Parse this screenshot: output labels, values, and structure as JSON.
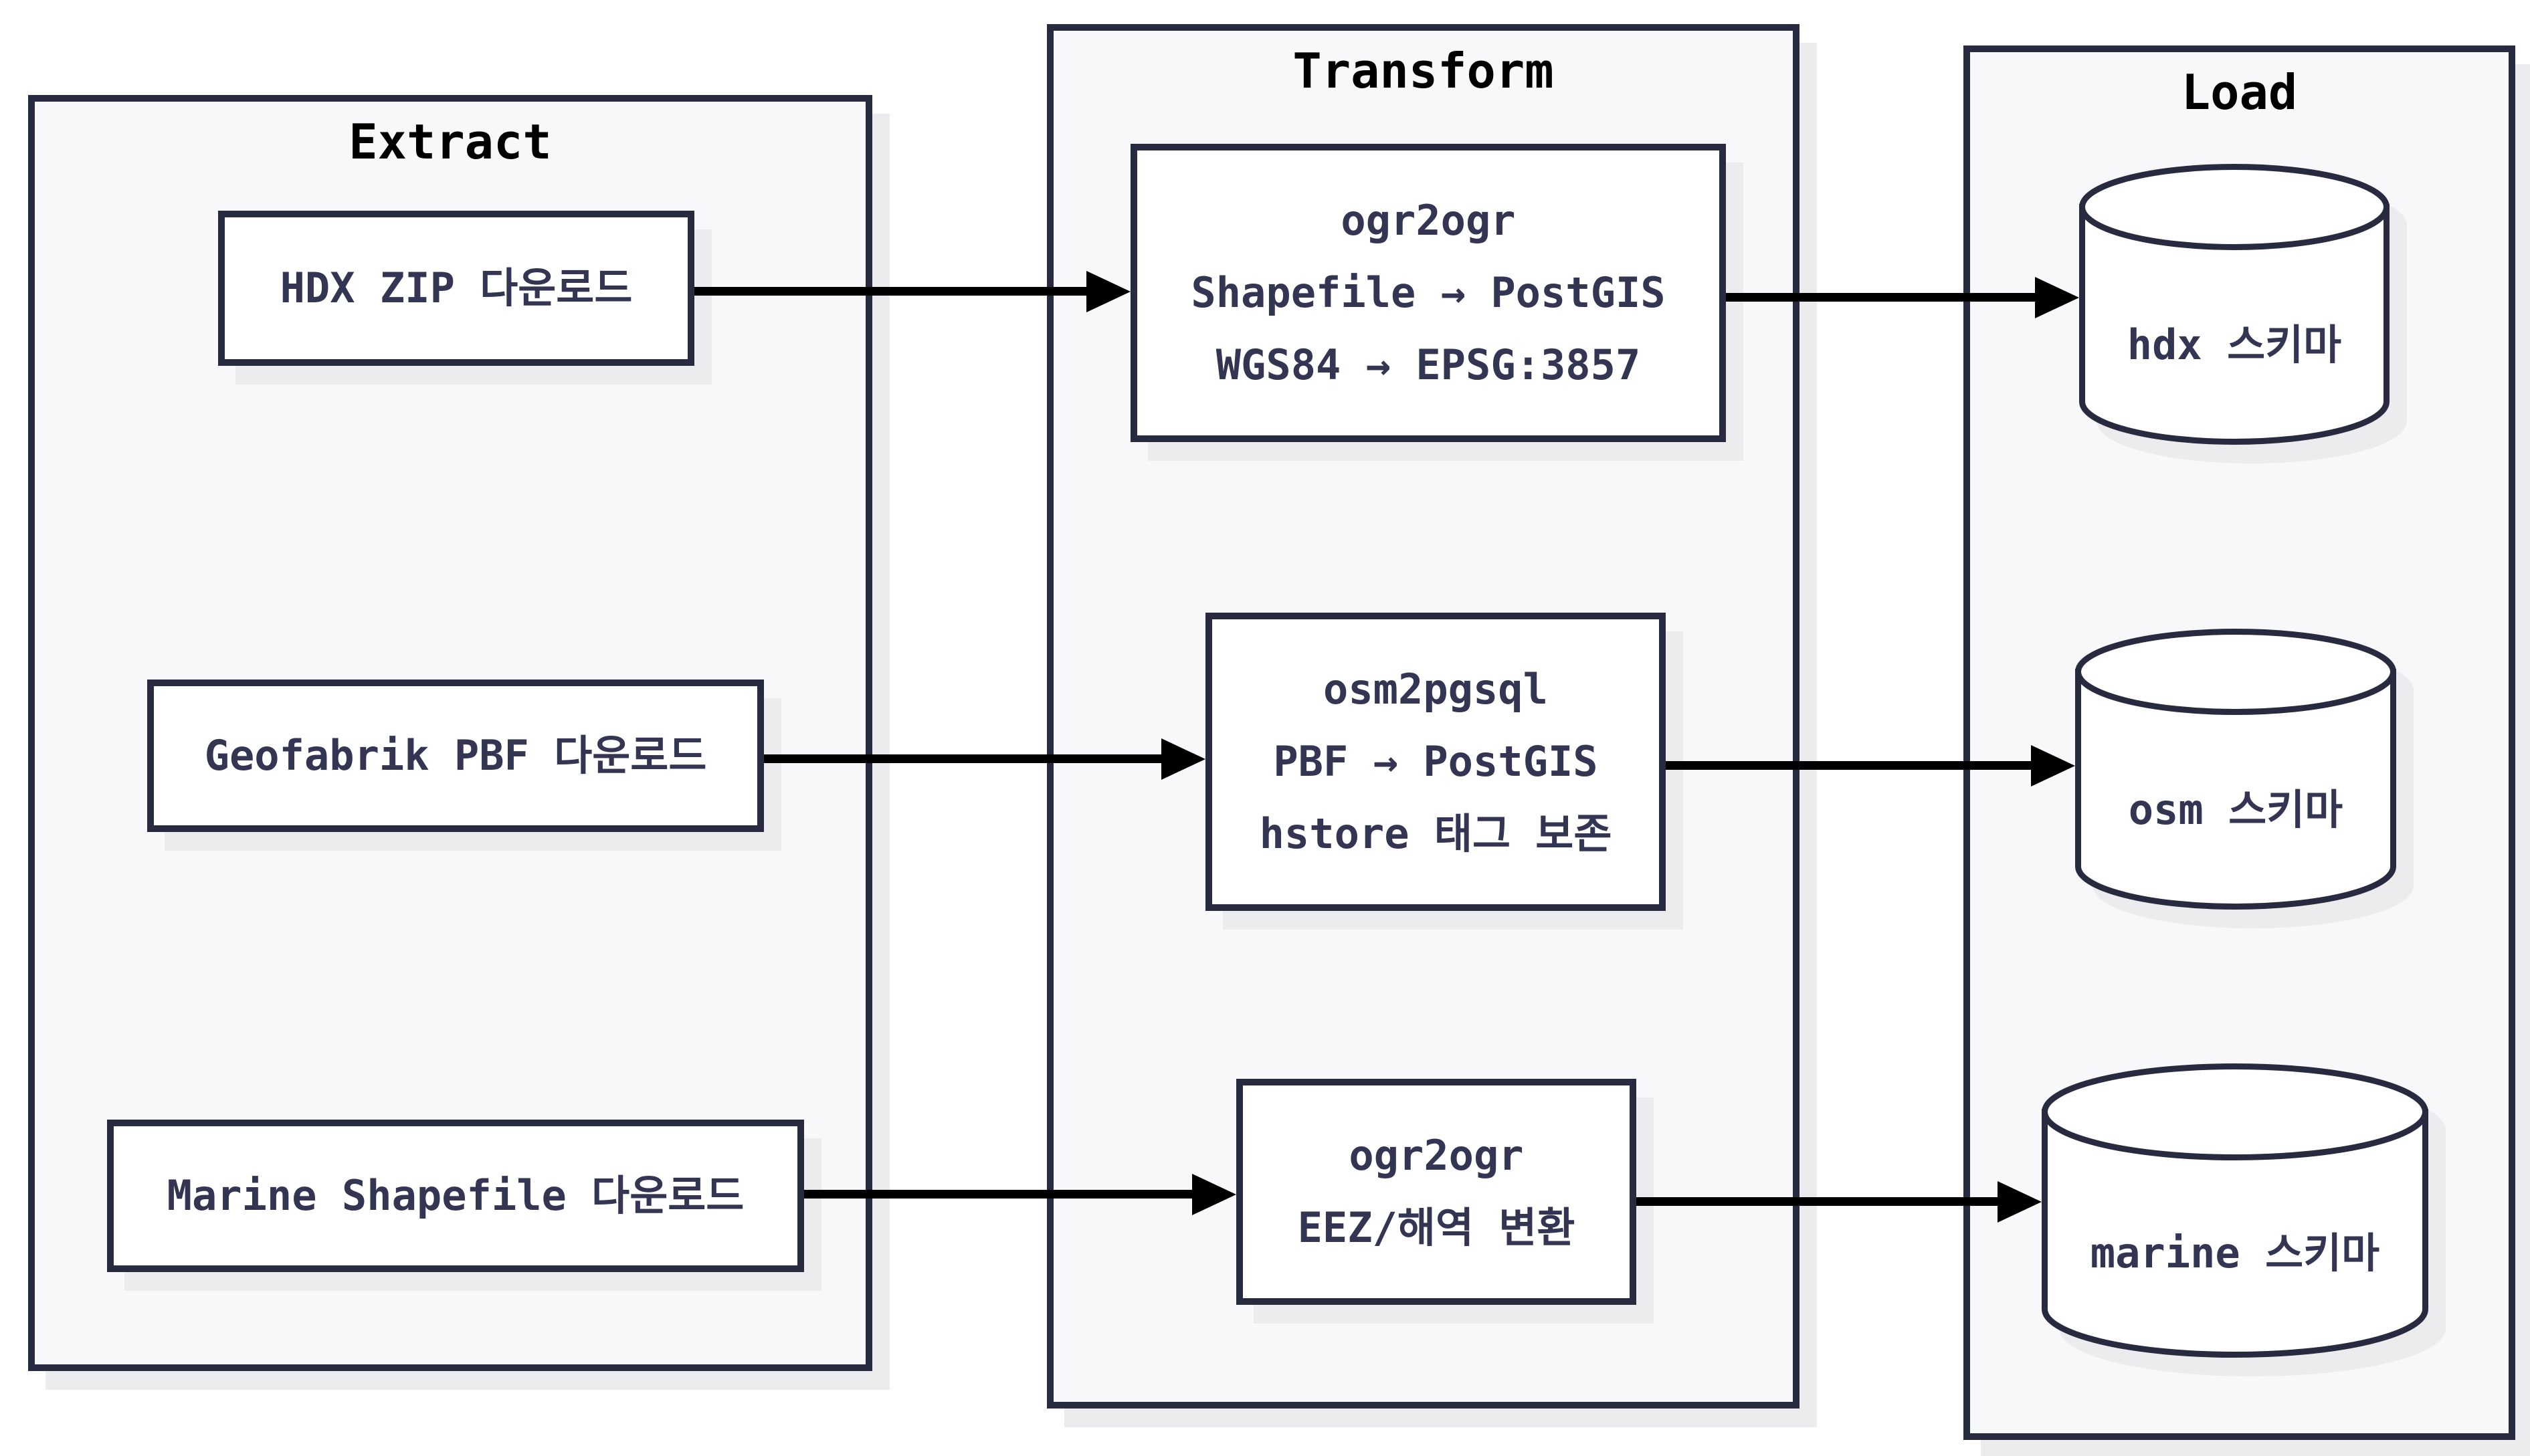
{
  "colors": {
    "page_background": "#ffffff",
    "group_fill": "#f8f8fa",
    "border": "#282b3f",
    "node_fill": "#ffffff",
    "node_text": "#343553",
    "title_text": "#000000",
    "arrow": "#000000",
    "shadow": "#ececee"
  },
  "diagram": {
    "groups": [
      {
        "id": "extract",
        "title": "Extract"
      },
      {
        "id": "transform",
        "title": "Transform"
      },
      {
        "id": "load",
        "title": "Load"
      }
    ],
    "nodes": {
      "hdx_download": {
        "label": "HDX ZIP 다운로드"
      },
      "geofabrik_download": {
        "label": "Geofabrik PBF 다운로드"
      },
      "marine_download": {
        "label": "Marine Shapefile 다운로드"
      },
      "ogr2ogr_hdx": {
        "lines": [
          "ogr2ogr",
          "Shapefile → PostGIS",
          "WGS84 → EPSG:3857"
        ]
      },
      "osm2pgsql": {
        "lines": [
          "osm2pgsql",
          "PBF → PostGIS",
          "hstore 태그 보존"
        ]
      },
      "ogr2ogr_marine": {
        "lines": [
          "ogr2ogr",
          "EEZ/해역 변환"
        ]
      },
      "hdx_schema": {
        "label": "hdx 스키마"
      },
      "osm_schema": {
        "label": "osm 스키마"
      },
      "marine_schema": {
        "label": "marine 스키마"
      }
    },
    "edges": [
      {
        "from": "hdx_download",
        "to": "ogr2ogr_hdx"
      },
      {
        "from": "ogr2ogr_hdx",
        "to": "hdx_schema"
      },
      {
        "from": "geofabrik_download",
        "to": "osm2pgsql"
      },
      {
        "from": "osm2pgsql",
        "to": "osm_schema"
      },
      {
        "from": "marine_download",
        "to": "ogr2ogr_marine"
      },
      {
        "from": "ogr2ogr_marine",
        "to": "marine_schema"
      }
    ]
  }
}
